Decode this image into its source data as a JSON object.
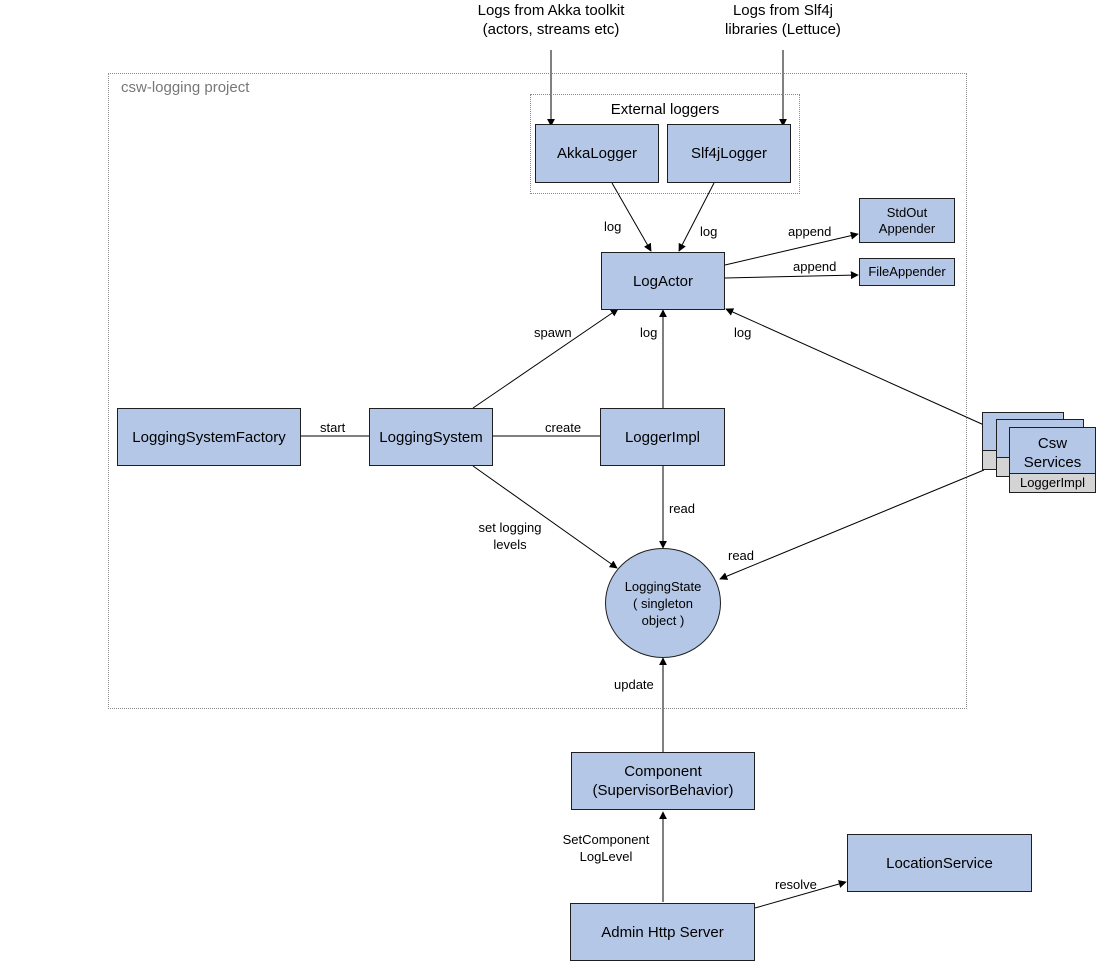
{
  "external_sources": {
    "akka": "Logs from Akka toolkit\n(actors, streams etc)",
    "slf4j": "Logs from Slf4j\nlibraries (Lettuce)"
  },
  "groups": {
    "project": "csw-logging project",
    "external_loggers": "External loggers"
  },
  "nodes": {
    "akka_logger": "AkkaLogger",
    "slf4j_logger": "Slf4jLogger",
    "log_actor": "LogActor",
    "stdout_appender": "StdOut\nAppender",
    "file_appender": "FileAppender",
    "logging_system_factory": "LoggingSystemFactory",
    "logging_system": "LoggingSystem",
    "logger_impl": "LoggerImpl",
    "logging_state": "LoggingState\n( singleton\nobject )",
    "csw_services": "Csw\nServices",
    "csw_services_logger": "LoggerImpl",
    "component": "Component\n(SupervisorBehavior)",
    "location_service": "LocationService",
    "admin_http_server": "Admin Http Server"
  },
  "edges": {
    "akka_log": "log",
    "slf4j_log": "log",
    "append_stdout": "append",
    "append_file": "append",
    "spawn": "spawn",
    "logger_log": "log",
    "csw_log": "log",
    "start": "start",
    "create": "create",
    "set_levels": "set logging\nlevels",
    "logger_read": "read",
    "csw_read": "read",
    "update": "update",
    "set_component_level": "SetComponent\nLogLevel",
    "resolve": "resolve"
  },
  "colors": {
    "node_fill": "#b4c7e7",
    "node_border": "#1f1f1f",
    "sublabel_fill": "#d4d4d4",
    "group_border": "#8a8a8a",
    "group_title": "#777777"
  }
}
